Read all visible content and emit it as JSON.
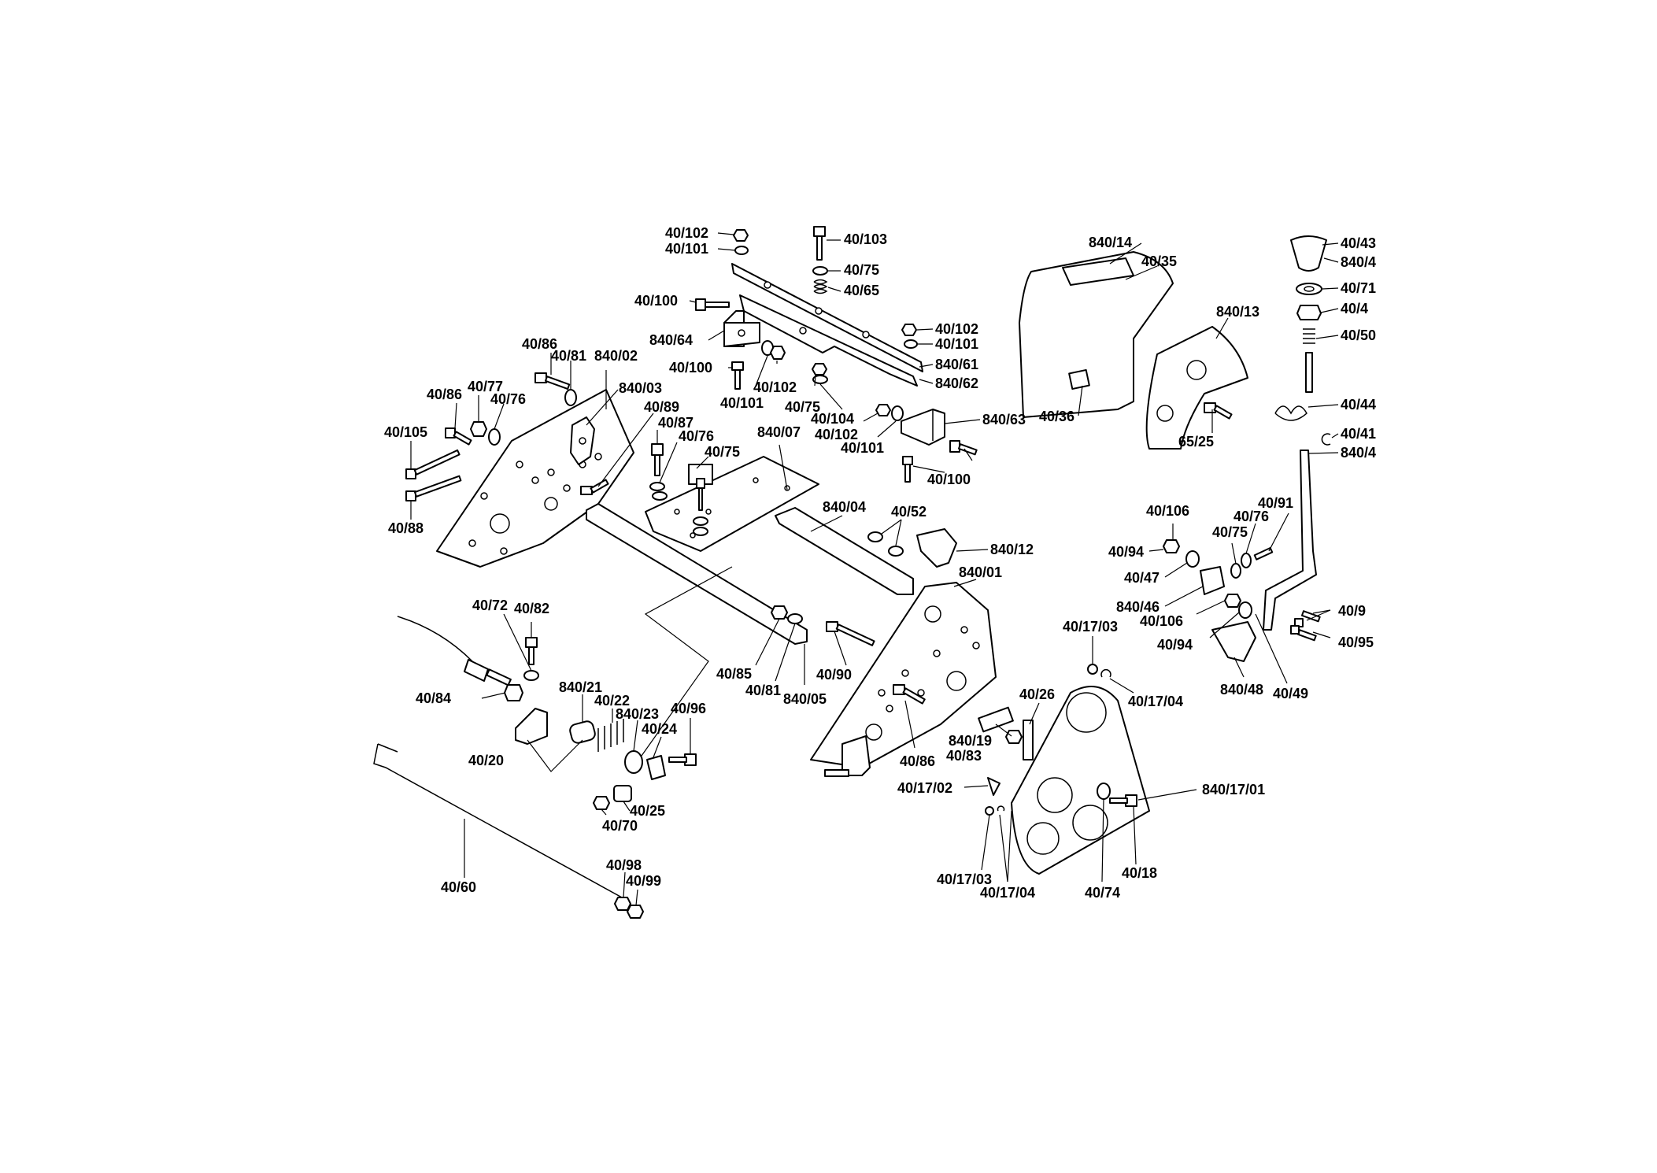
{
  "labels": {
    "l_40_102a": "40/102",
    "l_40_101a": "40/101",
    "l_40_103": "40/103",
    "l_40_75a": "40/75",
    "l_40_65": "40/65",
    "l_40_100a": "40/100",
    "l_840_64": "840/64",
    "l_40_102b": "40/102",
    "l_40_101b": "40/101",
    "l_840_61": "840/61",
    "l_840_62": "840/62",
    "l_40_100b": "40/100",
    "l_40_101c": "40/101",
    "l_40_102c": "40/102",
    "l_40_75b": "40/75",
    "l_40_104": "40/104",
    "l_40_102d": "40/102",
    "l_40_101d": "40/101",
    "l_840_63": "840/63",
    "l_40_100c": "40/100",
    "l_840_14": "840/14",
    "l_40_35": "40/35",
    "l_840_13": "840/13",
    "l_40_36": "40/36",
    "l_65_25": "65/25",
    "l_40_43": "40/43",
    "l_840_4a": "840/4",
    "l_40_71": "40/71",
    "l_40_4": "40/4",
    "l_40_50": "40/50",
    "l_40_44": "40/44",
    "l_40_41": "40/41",
    "l_840_4b": "840/4",
    "l_40_86a": "40/86",
    "l_40_81a": "40/81",
    "l_840_02": "840/02",
    "l_840_03": "840/03",
    "l_40_77": "40/77",
    "l_40_86b": "40/86",
    "l_40_76a": "40/76",
    "l_40_89": "40/89",
    "l_40_87": "40/87",
    "l_40_76b": "40/76",
    "l_40_75c": "40/75",
    "l_40_105": "40/105",
    "l_40_88": "40/88",
    "l_840_07": "840/07",
    "l_840_04": "840/04",
    "l_40_52": "40/52",
    "l_840_12": "840/12",
    "l_840_01": "840/01",
    "l_40_106a": "40/106",
    "l_40_91": "40/91",
    "l_40_76c": "40/76",
    "l_40_75d": "40/75",
    "l_40_94a": "40/94",
    "l_40_47": "40/47",
    "l_840_46": "840/46",
    "l_40_106b": "40/106",
    "l_40_94b": "40/94",
    "l_40_9": "40/9",
    "l_40_95": "40/95",
    "l_840_48": "840/48",
    "l_40_49": "40/49",
    "l_40_17_03a": "40/17/03",
    "l_40_17_04a": "40/17/04",
    "l_40_72": "40/72",
    "l_40_82": "40/82",
    "l_40_84": "40/84",
    "l_840_21": "840/21",
    "l_40_22": "40/22",
    "l_840_23": "840/23",
    "l_40_24": "40/24",
    "l_40_96": "40/96",
    "l_40_20": "40/20",
    "l_40_70": "40/70",
    "l_40_25": "40/25",
    "l_40_85": "40/85",
    "l_40_81b": "40/81",
    "l_840_05": "840/05",
    "l_40_90": "40/90",
    "l_40_86c": "40/86",
    "l_840_19": "840/19",
    "l_40_83": "40/83",
    "l_40_26": "40/26",
    "l_40_17_02": "40/17/02",
    "l_840_17_01": "840/17/01",
    "l_40_17_03b": "40/17/03",
    "l_40_17_04b": "40/17/04",
    "l_40_74": "40/74",
    "l_40_18": "40/18",
    "l_40_60": "40/60",
    "l_40_98": "40/98",
    "l_40_99": "40/99"
  }
}
